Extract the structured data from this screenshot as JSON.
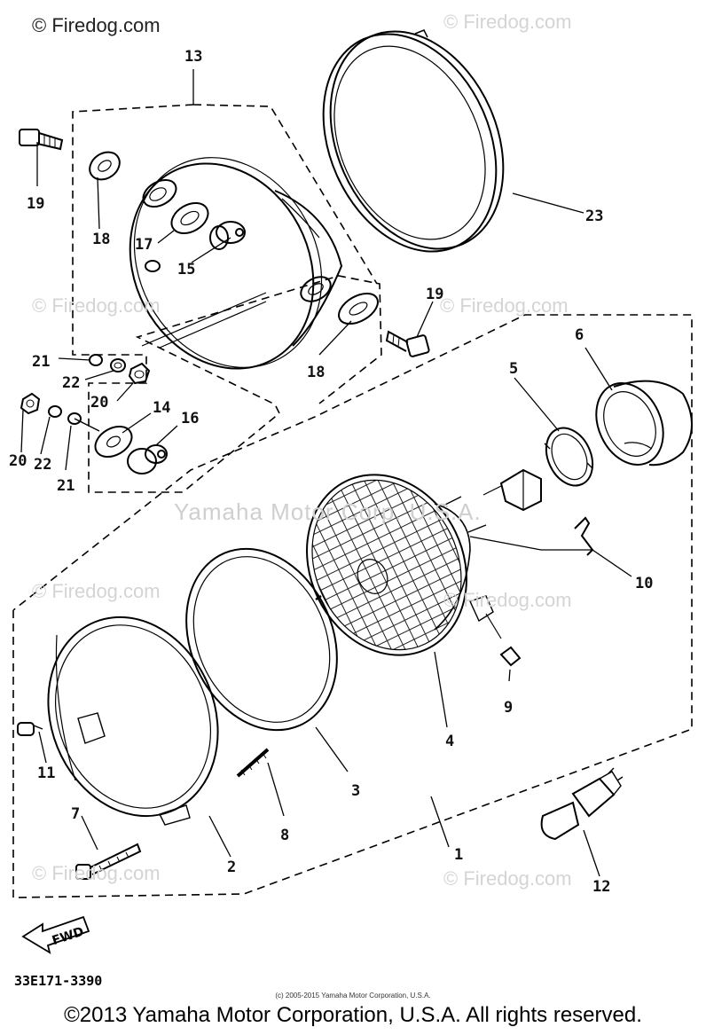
{
  "watermarks": {
    "main": "© Firedog.com",
    "repeat": "© Firedog.com",
    "center": "Yamaha Motor Corp. U.S.A."
  },
  "callouts": {
    "c1": "1",
    "c2": "2",
    "c3": "3",
    "c4": "4",
    "c5": "5",
    "c6": "6",
    "c7": "7",
    "c8": "8",
    "c9": "9",
    "c10": "10",
    "c11": "11",
    "c12": "12",
    "c13": "13",
    "c14": "14",
    "c15": "15",
    "c16": "16",
    "c17": "17",
    "c18a": "18",
    "c18b": "18",
    "c19a": "19",
    "c19b": "19",
    "c20a": "20",
    "c20b": "20",
    "c21a": "21",
    "c21b": "21",
    "c22a": "22",
    "c22b": "22",
    "c23": "23"
  },
  "fwd_label": "FWD",
  "part_code": "33E171-3390",
  "small_copyright": "(c) 2005-2015 Yamaha Motor Corporation, U.S.A.",
  "footer": "©2013 Yamaha Motor Corporation, U.S.A. All rights reserved."
}
